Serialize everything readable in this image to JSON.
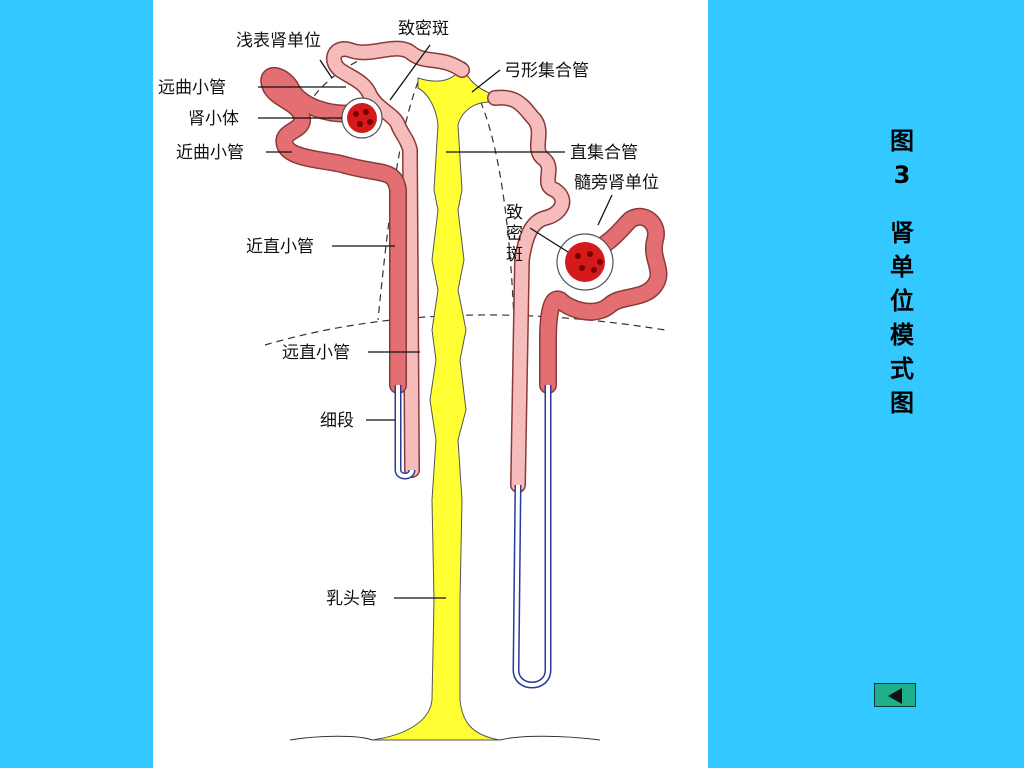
{
  "labels": {
    "superficial_nephron": "浅表肾单位",
    "macula_densa_top": "致密斑",
    "arcuate_collecting_duct": "弓形集合管",
    "distal_convoluted_tubule": "远曲小管",
    "renal_corpuscle": "肾小体",
    "proximal_convoluted_tubule": "近曲小管",
    "straight_collecting_duct": "直集合管",
    "juxtamedullary_nephron": "髓旁肾单位",
    "macula_densa_side": [
      "致",
      "密",
      "斑"
    ],
    "proximal_straight_tubule": "近直小管",
    "distal_straight_tubule": "远直小管",
    "thin_segment": "细段",
    "papillary_duct": "乳头管"
  },
  "caption": {
    "figure_number": "图3",
    "title_chars": [
      "肾",
      "单",
      "位",
      "模",
      "式",
      "图"
    ]
  },
  "nav": {
    "icon": "triangle-left-icon"
  },
  "colors": {
    "background": "#33c8ff",
    "panel": "#ffffff",
    "collecting_duct": "#ffff33",
    "tubule_red": "#e46f72",
    "tubule_pink": "#f6bcbc",
    "thin_segment": "#2a3a9a",
    "glomerulus": "#d41a1a",
    "nav_button": "#1fae8a"
  }
}
